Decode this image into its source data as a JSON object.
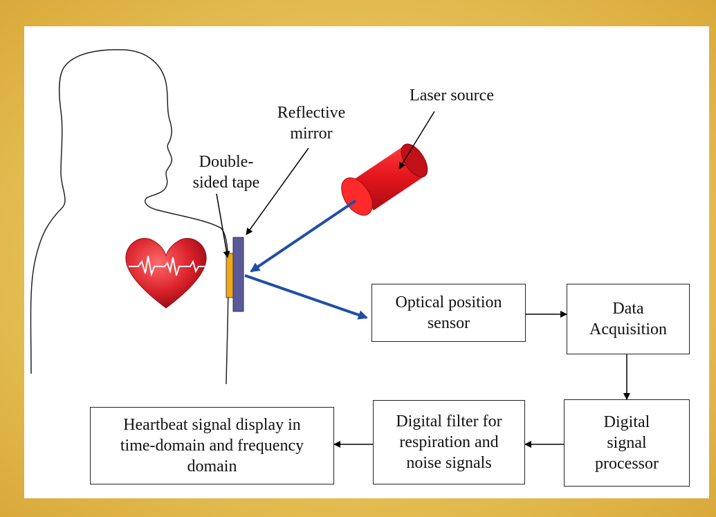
{
  "labels": {
    "laser_source": "Laser source",
    "reflective_mirror": "Reflective\nmirror",
    "double_sided_tape": "Double-\nsided tape"
  },
  "blocks": {
    "optical_sensor": "Optical position\nsensor",
    "data_acquisition": "Data\nAcquisition",
    "dsp": "Digital\nsignal\nprocessor",
    "digital_filter": "Digital filter for\nrespiration and\nnoise signals",
    "display": "Heartbeat signal display in\ntime-domain and frequency\ndomain"
  },
  "colors": {
    "laser": "#e3141c",
    "beam": "#1f4ea8",
    "mirror": "#5a5a9a",
    "tape": "#f0a818",
    "heart": "#d8202a"
  },
  "icons": [
    "human-silhouette-icon",
    "heart-ecg-icon",
    "laser-cylinder-icon"
  ]
}
